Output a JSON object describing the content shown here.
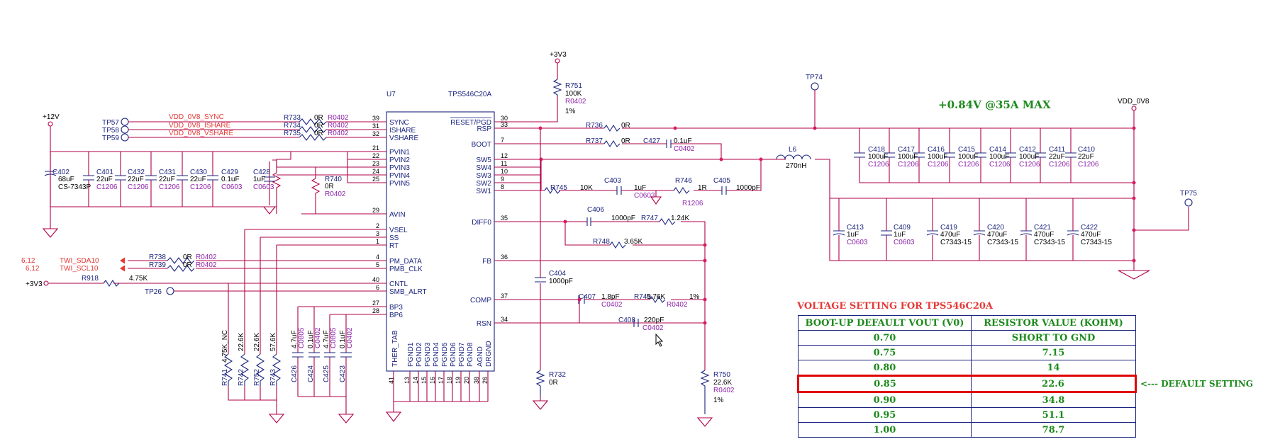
{
  "ic": {
    "ref": "U7",
    "part": "TPS546C20A"
  },
  "rails": {
    "v12": "+12V",
    "v33": "+3V3",
    "vdd": "VDD_0V8",
    "v33_left": "+3V3"
  },
  "headline": "+0.84V @35A MAX",
  "left_pins": [
    {
      "num": "39",
      "name": "SYNC"
    },
    {
      "num": "31",
      "name": "ISHARE"
    },
    {
      "num": "32",
      "name": "VSHARE"
    },
    {
      "num": "21",
      "name": "PVIN1"
    },
    {
      "num": "22",
      "name": "PVIN2"
    },
    {
      "num": "23",
      "name": "PVIN3"
    },
    {
      "num": "24",
      "name": "PVIN4"
    },
    {
      "num": "25",
      "name": "PVIN5"
    },
    {
      "num": "29",
      "name": "AVIN"
    },
    {
      "num": "2",
      "name": "VSEL"
    },
    {
      "num": "3",
      "name": "SS"
    },
    {
      "num": "1",
      "name": "RT"
    },
    {
      "num": "4",
      "name": "PM_DATA"
    },
    {
      "num": "5",
      "name": "PMB_CLK"
    },
    {
      "num": "40",
      "name": "CNTL"
    },
    {
      "num": "6",
      "name": "SMB_ALRT"
    },
    {
      "num": "27",
      "name": "BP3"
    },
    {
      "num": "28",
      "name": "BP6"
    }
  ],
  "right_pins": [
    {
      "num": "30",
      "name": "RESET/PGD"
    },
    {
      "num": "33",
      "name": "RSP"
    },
    {
      "num": "7",
      "name": "BOOT"
    },
    {
      "num": "12",
      "name": "SW5"
    },
    {
      "num": "11",
      "name": "SW4"
    },
    {
      "num": "10",
      "name": "SW3"
    },
    {
      "num": "9",
      "name": "SW2"
    },
    {
      "num": "8",
      "name": "SW1"
    },
    {
      "num": "35",
      "name": "DIFF0"
    },
    {
      "num": "36",
      "name": "FB"
    },
    {
      "num": "37",
      "name": "COMP"
    },
    {
      "num": "34",
      "name": "RSN"
    }
  ],
  "bottom_pins": [
    {
      "num": "41",
      "name": "THER_TAB"
    },
    {
      "num": "13",
      "name": "PGND1"
    },
    {
      "num": "14",
      "name": "PGND2"
    },
    {
      "num": "15",
      "name": "PGND3"
    },
    {
      "num": "16",
      "name": "PGND4"
    },
    {
      "num": "17",
      "name": "PGND5"
    },
    {
      "num": "18",
      "name": "PGND6"
    },
    {
      "num": "19",
      "name": "PGND7"
    },
    {
      "num": "20",
      "name": "PGND8"
    },
    {
      "num": "38",
      "name": "AGND"
    },
    {
      "num": "26",
      "name": "DRGND"
    }
  ],
  "testpoints": {
    "tp57": "TP57",
    "tp58": "TP58",
    "tp59": "TP59",
    "tp26": "TP26",
    "tp74": "TP74",
    "tp75": "TP75"
  },
  "nets": {
    "sync": "VDD_0V8_SYNC",
    "ishare": "VDD_0V8_ISHARE",
    "vshare": "VDD_0V8_VSHARE",
    "sda": "TWI_SDA10",
    "scl": "TWI_SCL10",
    "sda_ref": "6,12",
    "scl_ref": "6,12"
  },
  "series_res": {
    "r733": {
      "ref": "R733",
      "val": "0R",
      "pkg": "R0402"
    },
    "r734": {
      "ref": "R734",
      "val": "0R",
      "pkg": "R0402"
    },
    "r735": {
      "ref": "R735",
      "val": "0R",
      "pkg": "R0402"
    },
    "r738": {
      "ref": "R738",
      "val": "0R",
      "pkg": "R0402"
    },
    "r739": {
      "ref": "R739",
      "val": "0R",
      "pkg": "R0402"
    },
    "r918": {
      "ref": "R918",
      "val": "4.75K"
    }
  },
  "input_caps": [
    {
      "ref": "C402",
      "val": "68uF",
      "pkg": "CS-7343P"
    },
    {
      "ref": "C401",
      "val": "22uF",
      "pkg": "C1206"
    },
    {
      "ref": "C432",
      "val": "22uF",
      "pkg": "C1206"
    },
    {
      "ref": "C431",
      "val": "22uF",
      "pkg": "C1206"
    },
    {
      "ref": "C430",
      "val": "22uF",
      "pkg": "C1206"
    },
    {
      "ref": "C429",
      "val": "0.1uF",
      "pkg": "C0603"
    },
    {
      "ref": "C428",
      "val": "1uF",
      "pkg": "C0603"
    }
  ],
  "r740": {
    "ref": "R740",
    "val": "0R",
    "pkg": "R0402"
  },
  "r751": {
    "ref": "R751",
    "val": "100K",
    "pkg": "R0402",
    "tol": "1%"
  },
  "r736": {
    "ref": "R736",
    "val": "0R"
  },
  "r737": {
    "ref": "R737",
    "val": "0R"
  },
  "c427": {
    "ref": "C427",
    "val": "0.1uF",
    "pkg": "C0402"
  },
  "l6": {
    "ref": "L6",
    "val": "270nH"
  },
  "r745": {
    "ref": "R745",
    "val": "10K"
  },
  "c403": {
    "ref": "C403",
    "val": "1uF",
    "pkg": "C0603"
  },
  "r746": {
    "ref": "R746",
    "val": "1R",
    "pkg": "R1206"
  },
  "c405": {
    "ref": "C405",
    "val": "1000pF"
  },
  "c406": {
    "ref": "C406",
    "val": "1000pF"
  },
  "r747": {
    "ref": "R747",
    "val": "1.24K"
  },
  "r748": {
    "ref": "R748",
    "val": "3.65K"
  },
  "c404": {
    "ref": "C404",
    "val": "1000pF"
  },
  "c407": {
    "ref": "C407",
    "val": "1.8pF",
    "pkg": "C0402"
  },
  "r749": {
    "ref": "R749",
    "val": "5.76K",
    "tol": "1%",
    "pkg": "R0402"
  },
  "c408": {
    "ref": "C408",
    "val": "220pF",
    "pkg": "C0402"
  },
  "r732": {
    "ref": "R732",
    "val": "0R"
  },
  "r750": {
    "ref": "R750",
    "val": "22.6K",
    "pkg": "R0402",
    "tol": "1%"
  },
  "strap_res": [
    {
      "ref": "R741",
      "val": "4.75K_NC"
    },
    {
      "ref": "R742",
      "val": "22.6K"
    },
    {
      "ref": "R752",
      "val": "22.6K"
    },
    {
      "ref": "R743",
      "val": "57.6K"
    }
  ],
  "bp_caps": [
    {
      "ref": "C426",
      "val": "4.7uF",
      "pkg": "C0805"
    },
    {
      "ref": "C424",
      "val": "0.1uF",
      "pkg": "C0402"
    },
    {
      "ref": "C425",
      "val": "4.7uF",
      "pkg": "C0805"
    },
    {
      "ref": "C423",
      "val": "0.1uF",
      "pkg": "C0402"
    }
  ],
  "out_caps_top": [
    {
      "ref": "C418",
      "val": "100uF",
      "pkg": "C1206"
    },
    {
      "ref": "C417",
      "val": "100uF",
      "pkg": "C1206"
    },
    {
      "ref": "C416",
      "val": "100uF",
      "pkg": "C1206"
    },
    {
      "ref": "C415",
      "val": "100uF",
      "pkg": "C1206"
    },
    {
      "ref": "C414",
      "val": "100uF",
      "pkg": "C1206"
    },
    {
      "ref": "C412",
      "val": "100uF",
      "pkg": "C1206"
    },
    {
      "ref": "C411",
      "val": "22uF",
      "pkg": "C1206"
    },
    {
      "ref": "C410",
      "val": "22uF",
      "pkg": "C1206"
    }
  ],
  "out_caps_bottom": [
    {
      "ref": "C413",
      "val": "1uF",
      "pkg": "C0603"
    },
    {
      "ref": "C409",
      "val": "1uF",
      "pkg": "C0603"
    },
    {
      "ref": "C419",
      "val": "470uF",
      "pkg": "C7343-15"
    },
    {
      "ref": "C420",
      "val": "470uF",
      "pkg": "C7343-15"
    },
    {
      "ref": "C421",
      "val": "470uF",
      "pkg": "C7343-15"
    },
    {
      "ref": "C422",
      "val": "470uF",
      "pkg": "C7343-15"
    }
  ],
  "vtable": {
    "title": "VOLTAGE SETTING FOR TPS546C20A",
    "col1": "BOOT-UP DEFAULT VOUT (V0)",
    "col2": "RESISTOR VALUE (KOHM)",
    "rows": [
      [
        "0.70",
        "SHORT TO GND"
      ],
      [
        "0.75",
        "7.15"
      ],
      [
        "0.80",
        "14"
      ],
      [
        "0.85",
        "22.6"
      ],
      [
        "0.90",
        "34.8"
      ],
      [
        "0.95",
        "51.1"
      ],
      [
        "1.00",
        "78.7"
      ]
    ],
    "note": "<---  DEFAULT SETTING"
  }
}
